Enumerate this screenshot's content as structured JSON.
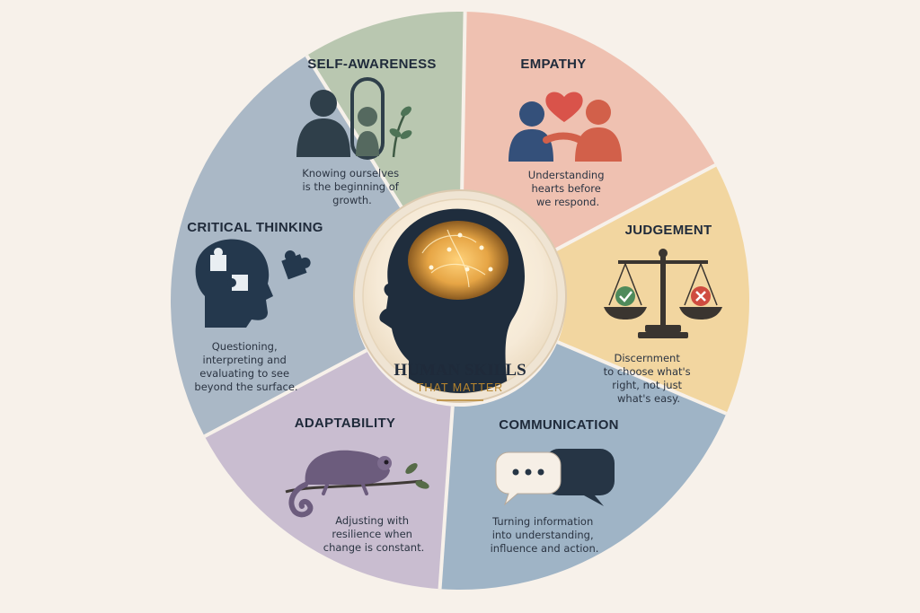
{
  "hub": {
    "title": "HUMAN SKILLS",
    "subtitle": "THAT MATTER"
  },
  "segments": [
    {
      "title": "SELF-AWARENESS",
      "desc": [
        "Knowing ourselves",
        "is the beginning of",
        "growth."
      ]
    },
    {
      "title": "EMPATHY",
      "desc": [
        "Understanding",
        "hearts before",
        "we respond."
      ]
    },
    {
      "title": "JUDGEMENT",
      "desc": [
        "Discernment",
        "to choose what's",
        "right, not just",
        "what's easy."
      ]
    },
    {
      "title": "COMMUNICATION",
      "desc": [
        "Turning information",
        "into understanding,",
        "influence and action."
      ]
    },
    {
      "title": "ADAPTABILITY",
      "desc": [
        "Adjusting with",
        "resilience when",
        "change is constant."
      ]
    },
    {
      "title": "CRITICAL THINKING",
      "desc": [
        "Questioning,",
        "interpreting and",
        "evaluating to see",
        "beyond the surface."
      ]
    }
  ],
  "colors": {
    "background": "#f7f1ea",
    "self_awareness": "#b9c7b0",
    "empathy": "#efc1b1",
    "judgement": "#f2d6a0",
    "communication": "#9fb4c6",
    "adaptability": "#c9bdd0",
    "critical_thinking": "#aab8c6",
    "accent_gold": "#b6852e",
    "dark_figure": "#2c3e4f",
    "heart_red": "#d9534a",
    "check_green": "#4f8a5b"
  },
  "icons": {
    "self_awareness": "person-mirror-plant-icon",
    "empathy": "two-people-heart-icon",
    "judgement": "balance-scale-icon",
    "communication": "speech-bubbles-icon",
    "adaptability": "chameleon-icon",
    "critical_thinking": "head-puzzle-icon",
    "hub": "brain-head-icon"
  }
}
